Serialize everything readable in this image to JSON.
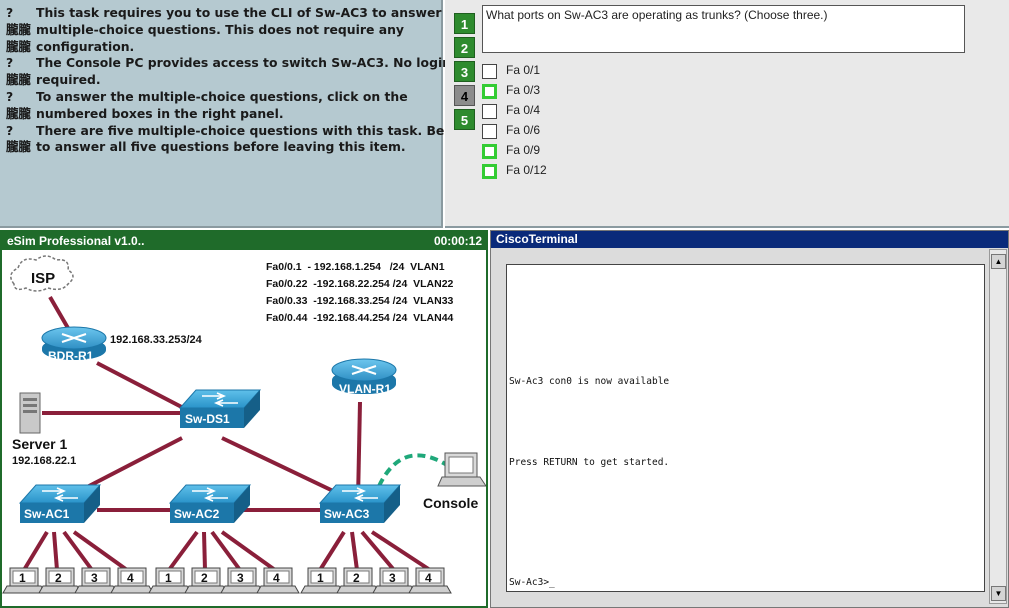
{
  "instructions": {
    "lines": [
      {
        "prefix": "?",
        "text": "This task requires you to use the CLI of Sw-AC3 to answer five"
      },
      {
        "prefix": "朧朧",
        "text": "multiple-choice questions. This does not require any"
      },
      {
        "prefix": "朧朧",
        "text": "configuration."
      },
      {
        "prefix": "?",
        "text": "The Console PC provides access to switch Sw-AC3.  No login is"
      },
      {
        "prefix": "朧朧",
        "text": "required."
      },
      {
        "prefix": "?",
        "text": "To answer the multiple-choice questions, click on the"
      },
      {
        "prefix": "朧朧",
        "text": "numbered boxes in the right panel."
      },
      {
        "prefix": "?",
        "text": "There are five multiple-choice questions with this task. Be sure"
      },
      {
        "prefix": "朧朧",
        "text": "to answer all five questions before leaving this item."
      }
    ]
  },
  "question": {
    "numbers": [
      "1",
      "2",
      "3",
      "4",
      "5"
    ],
    "active_number": "4",
    "text": "What ports on Sw-AC3 are operating as trunks? (Choose three.)",
    "options": [
      {
        "label": "Fa 0/1",
        "highlighted": false
      },
      {
        "label": "Fa 0/3",
        "highlighted": true
      },
      {
        "label": "Fa 0/4",
        "highlighted": false
      },
      {
        "label": "Fa 0/6",
        "highlighted": false
      },
      {
        "label": "Fa 0/9",
        "highlighted": true
      },
      {
        "label": "Fa 0/12",
        "highlighted": true
      }
    ]
  },
  "esim": {
    "title": "eSim Professional v1.0..",
    "timer": "00:00:12",
    "subinterfaces": [
      "Fa0/0.1  - 192.168.1.254   /24  VLAN1",
      "Fa0/0.22  -192.168.22.254 /24  VLAN22",
      "Fa0/0.33  -192.168.33.254 /24  VLAN33",
      "Fa0/0.44  -192.168.44.254 /24  VLAN44"
    ],
    "devices": {
      "isp": "ISP",
      "bdr_r1": "BDR-R1",
      "bdr_r1_ip": "192.168.33.253/24",
      "vlan_r1": "VLAN-R1",
      "sw_ds1": "Sw-DS1",
      "server_name": "Server 1",
      "server_ip": "192.168.22.1",
      "sw_ac1": "Sw-AC1",
      "sw_ac2": "Sw-AC2",
      "sw_ac3": "Sw-AC3",
      "console": "Console"
    },
    "pc_labels": [
      "1",
      "2",
      "3",
      "4"
    ]
  },
  "terminal": {
    "title": "CiscoTerminal",
    "lines": [
      "Sw-Ac3 con0 is now available",
      "Press RETURN to get started.",
      "Sw-Ac3>_"
    ]
  },
  "colors": {
    "link": "#8a1f3a",
    "device": "#1e8fc8",
    "console_link": "#1fa87a",
    "title_green": "#1f6b2a",
    "terminal_title": "#0a2a7a",
    "highlight": "#33cc33"
  }
}
